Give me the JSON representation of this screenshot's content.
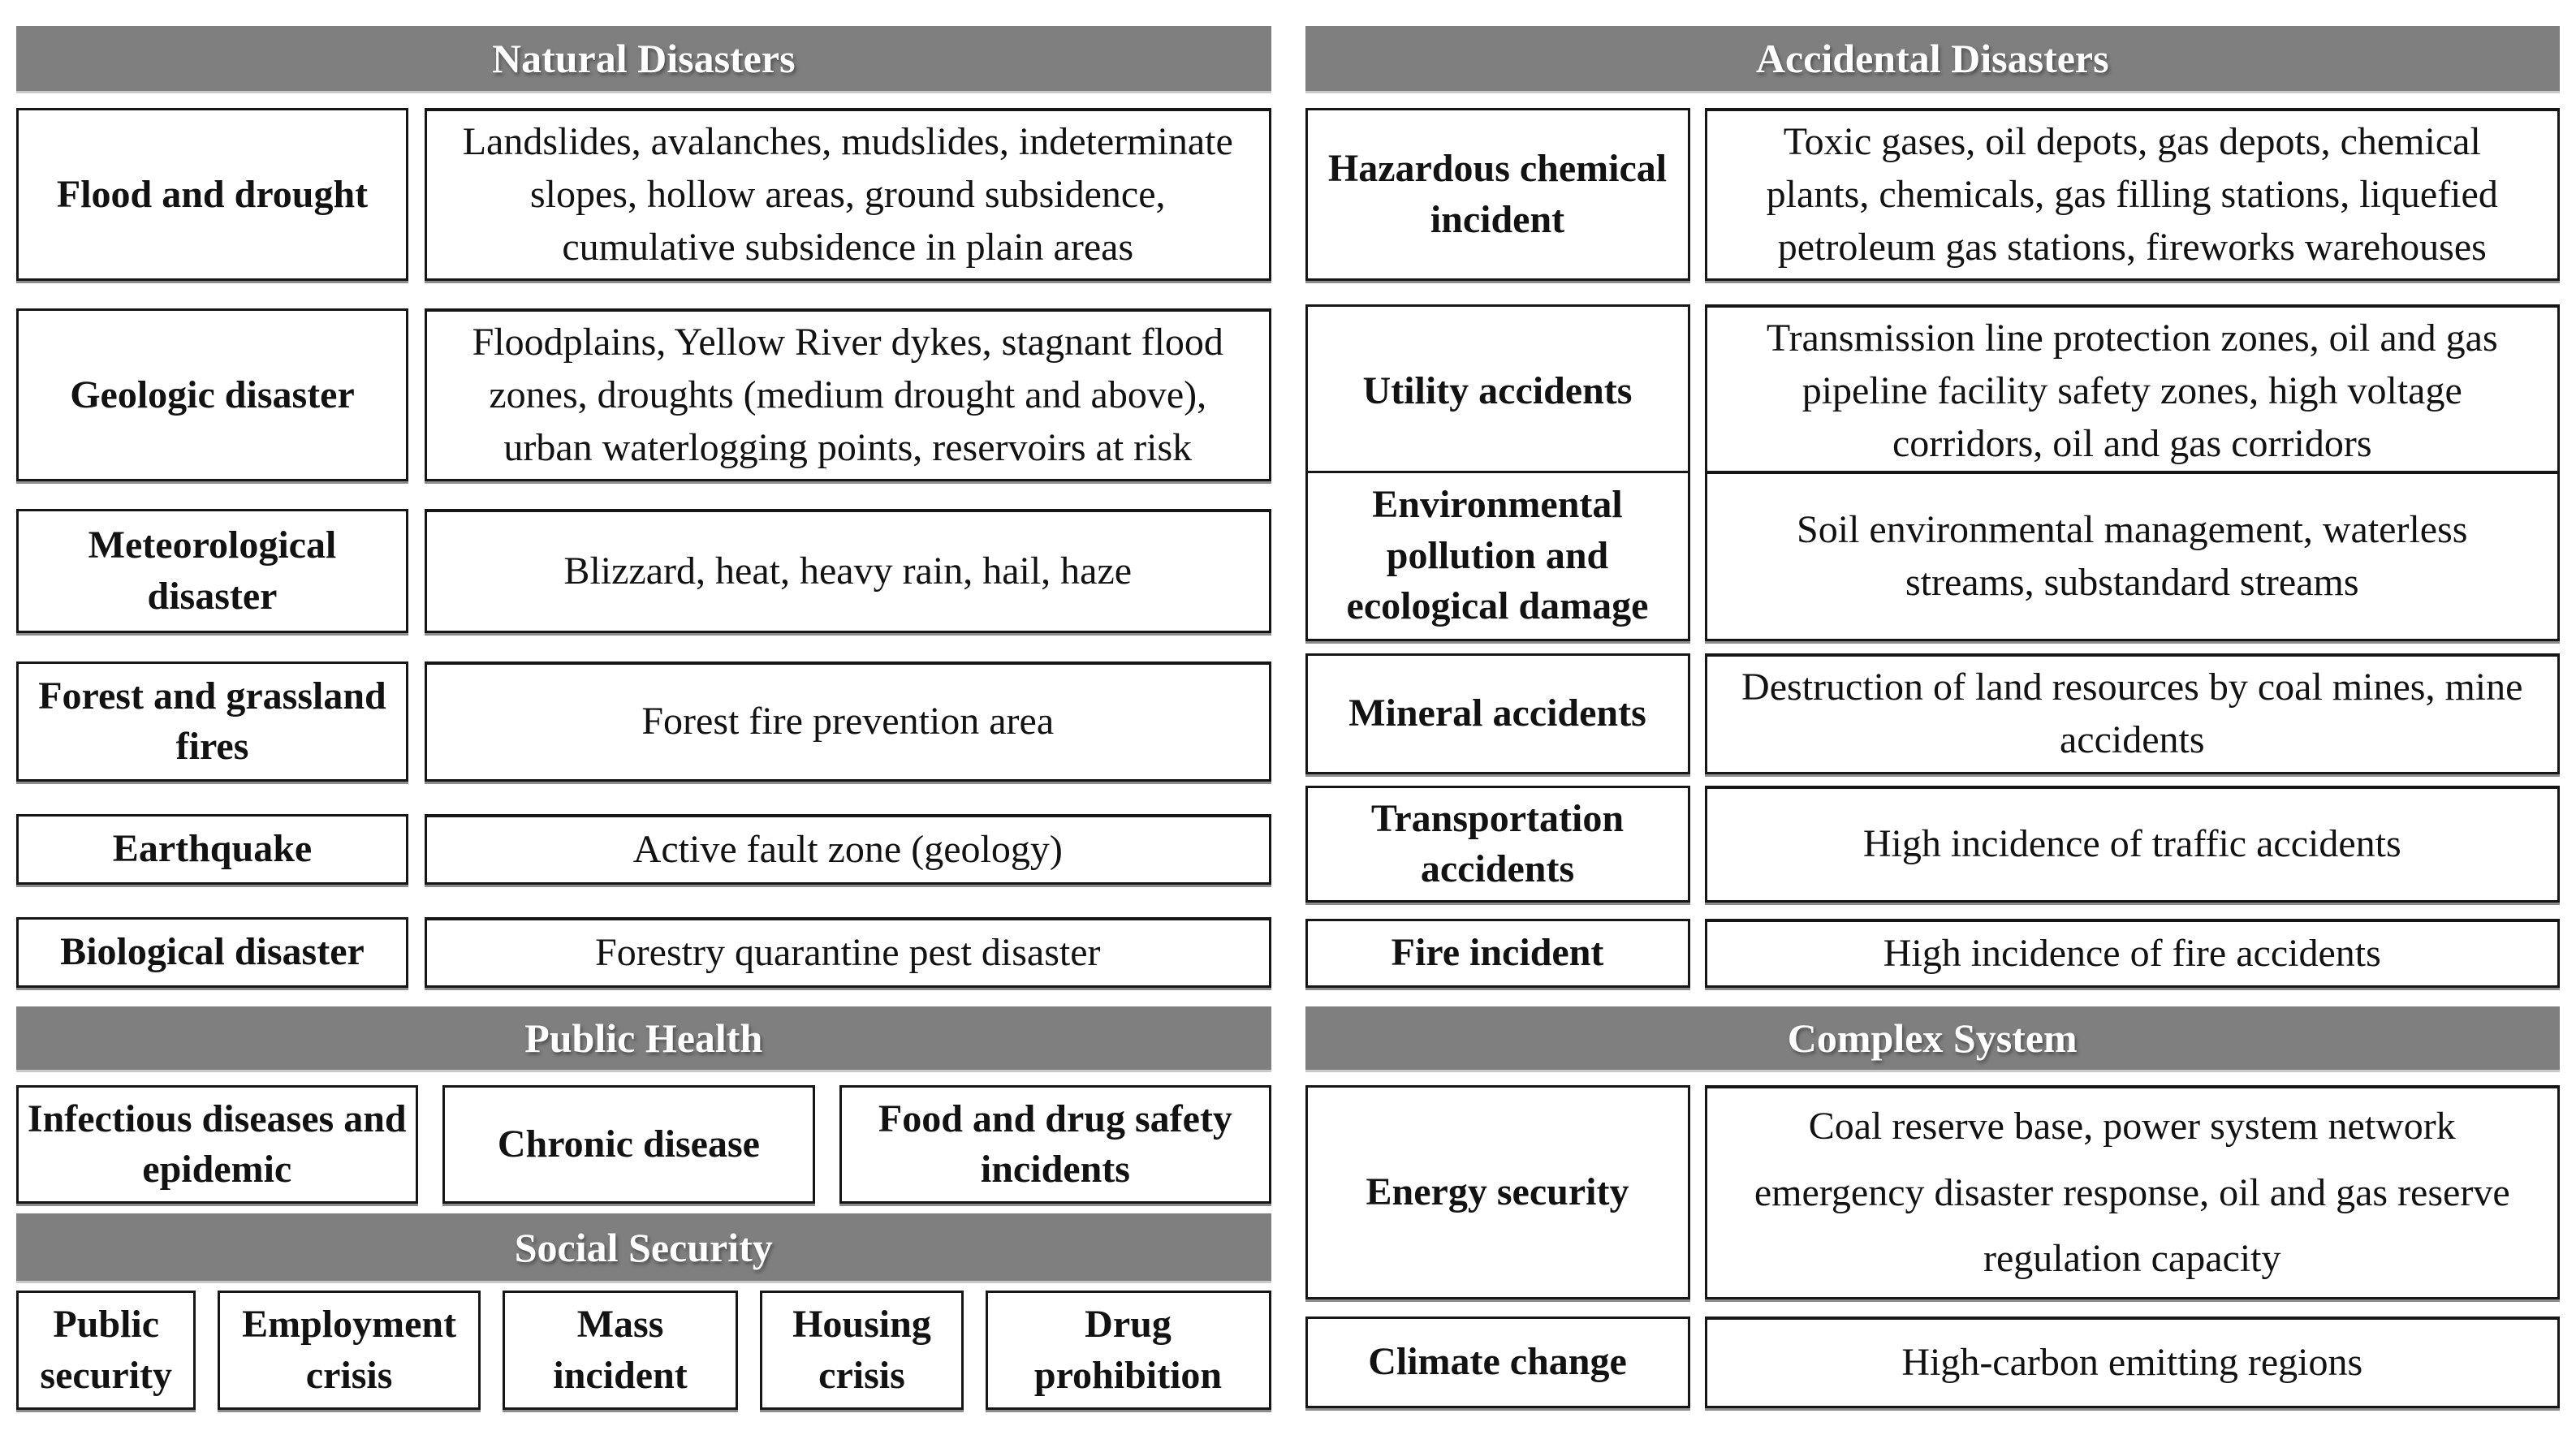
{
  "colors": {
    "header_bg": "#7f7f7f",
    "header_text": "#ffffff",
    "box_border": "#161616",
    "text": "#121212",
    "page_bg": "#ffffff"
  },
  "sections": {
    "natural": {
      "title": "Natural Disasters",
      "rows": [
        {
          "label": "Flood and drought",
          "desc": "Landslides, avalanches, mudslides, indeterminate slopes, hollow areas, ground subsidence, cumulative subsidence in plain areas"
        },
        {
          "label": "Geologic disaster",
          "desc": "Floodplains, Yellow River dykes, stagnant flood zones, droughts (medium drought and above), urban waterlogging points, reservoirs at risk"
        },
        {
          "label": "Meteorological disaster",
          "desc": "Blizzard, heat, heavy rain, hail, haze"
        },
        {
          "label": "Forest and grassland fires",
          "desc": "Forest fire prevention area"
        },
        {
          "label": "Earthquake",
          "desc": "Active fault zone (geology)"
        },
        {
          "label": "Biological disaster",
          "desc": "Forestry quarantine pest disaster"
        }
      ]
    },
    "public_health": {
      "title": "Public Health",
      "items": [
        "Infectious diseases and epidemic",
        "Chronic disease",
        "Food and drug safety incidents"
      ]
    },
    "social_security": {
      "title": "Social Security",
      "items": [
        "Public security",
        "Employment crisis",
        "Mass incident",
        "Housing crisis",
        "Drug prohibition"
      ]
    },
    "accidental": {
      "title": "Accidental Disasters",
      "rows": [
        {
          "label": "Hazardous chemical incident",
          "desc": "Toxic gases, oil depots, gas depots, chemical plants, chemicals, gas filling stations, liquefied petroleum gas stations, fireworks warehouses"
        },
        {
          "label": "Utility accidents",
          "desc": "Transmission line protection zones, oil and gas pipeline facility safety zones, high voltage corridors, oil and gas corridors"
        },
        {
          "label": "Environmental pollution and ecological damage",
          "desc": "Soil environmental management, waterless streams, substandard streams"
        },
        {
          "label": "Mineral accidents",
          "desc": "Destruction of land resources by coal mines, mine accidents"
        },
        {
          "label": "Transportation accidents",
          "desc": "High incidence of traffic accidents"
        },
        {
          "label": "Fire incident",
          "desc": "High incidence of fire accidents"
        }
      ]
    },
    "complex_system": {
      "title": "Complex System",
      "rows": [
        {
          "label": "Energy security",
          "desc": "Coal reserve base, power system network emergency disaster response, oil and gas reserve regulation capacity"
        },
        {
          "label": "Climate change",
          "desc": "High-carbon emitting regions"
        }
      ]
    }
  }
}
